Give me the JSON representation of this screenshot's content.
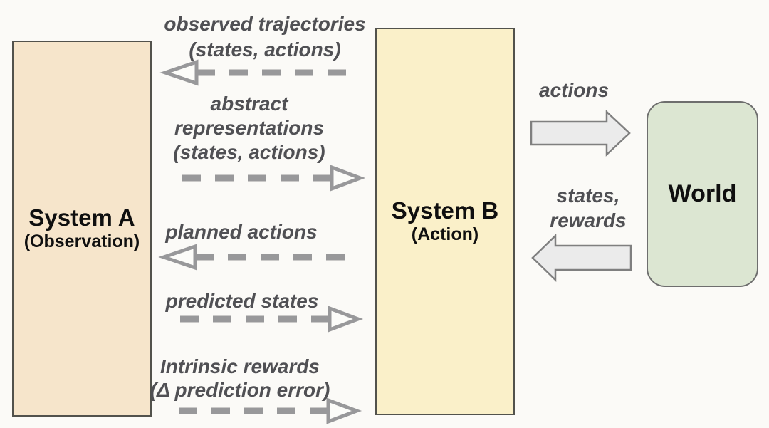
{
  "boxes": {
    "system_a": {
      "title": "System A",
      "subtitle": "(Observation)",
      "fill": "#f6e5cb"
    },
    "system_b": {
      "title": "System B",
      "subtitle": "(Action)",
      "fill": "#faf0c9"
    },
    "world": {
      "title": "World",
      "fill": "#dce6d2"
    }
  },
  "flows_a_b": [
    {
      "id": "observed-trajectories",
      "direction": "to-system-a",
      "style": "dashed",
      "label_lines": [
        "observed trajectories",
        "(states, actions)"
      ]
    },
    {
      "id": "abstract-representations",
      "direction": "to-system-b",
      "style": "dashed",
      "label_lines": [
        "abstract",
        "representations",
        "(states, actions)"
      ]
    },
    {
      "id": "planned-actions",
      "direction": "to-system-a",
      "style": "dashed",
      "label_lines": [
        "planned actions"
      ]
    },
    {
      "id": "predicted-states",
      "direction": "to-system-b",
      "style": "dashed",
      "label_lines": [
        "predicted states"
      ]
    },
    {
      "id": "intrinsic-rewards",
      "direction": "to-system-b",
      "style": "dashed",
      "label_lines": [
        "Intrinsic rewards",
        "(Δ prediction error)"
      ]
    }
  ],
  "flows_b_world": [
    {
      "id": "actions",
      "direction": "to-world",
      "style": "solid-block",
      "label_lines": [
        "actions"
      ]
    },
    {
      "id": "states-rewards",
      "direction": "to-system-b",
      "style": "solid-block",
      "label_lines": [
        "states,",
        "rewards"
      ]
    }
  ],
  "colors": {
    "background": "#fbfaf7",
    "dashed_arrow": "#98989a",
    "block_arrow_fill": "#ebebeb",
    "block_arrow_border": "#7f7f7f",
    "flow_label_text": "#505054",
    "box_title_text": "#0f0f0f",
    "system_box_border": "#52524c",
    "world_box_border": "#6e6e6e"
  }
}
